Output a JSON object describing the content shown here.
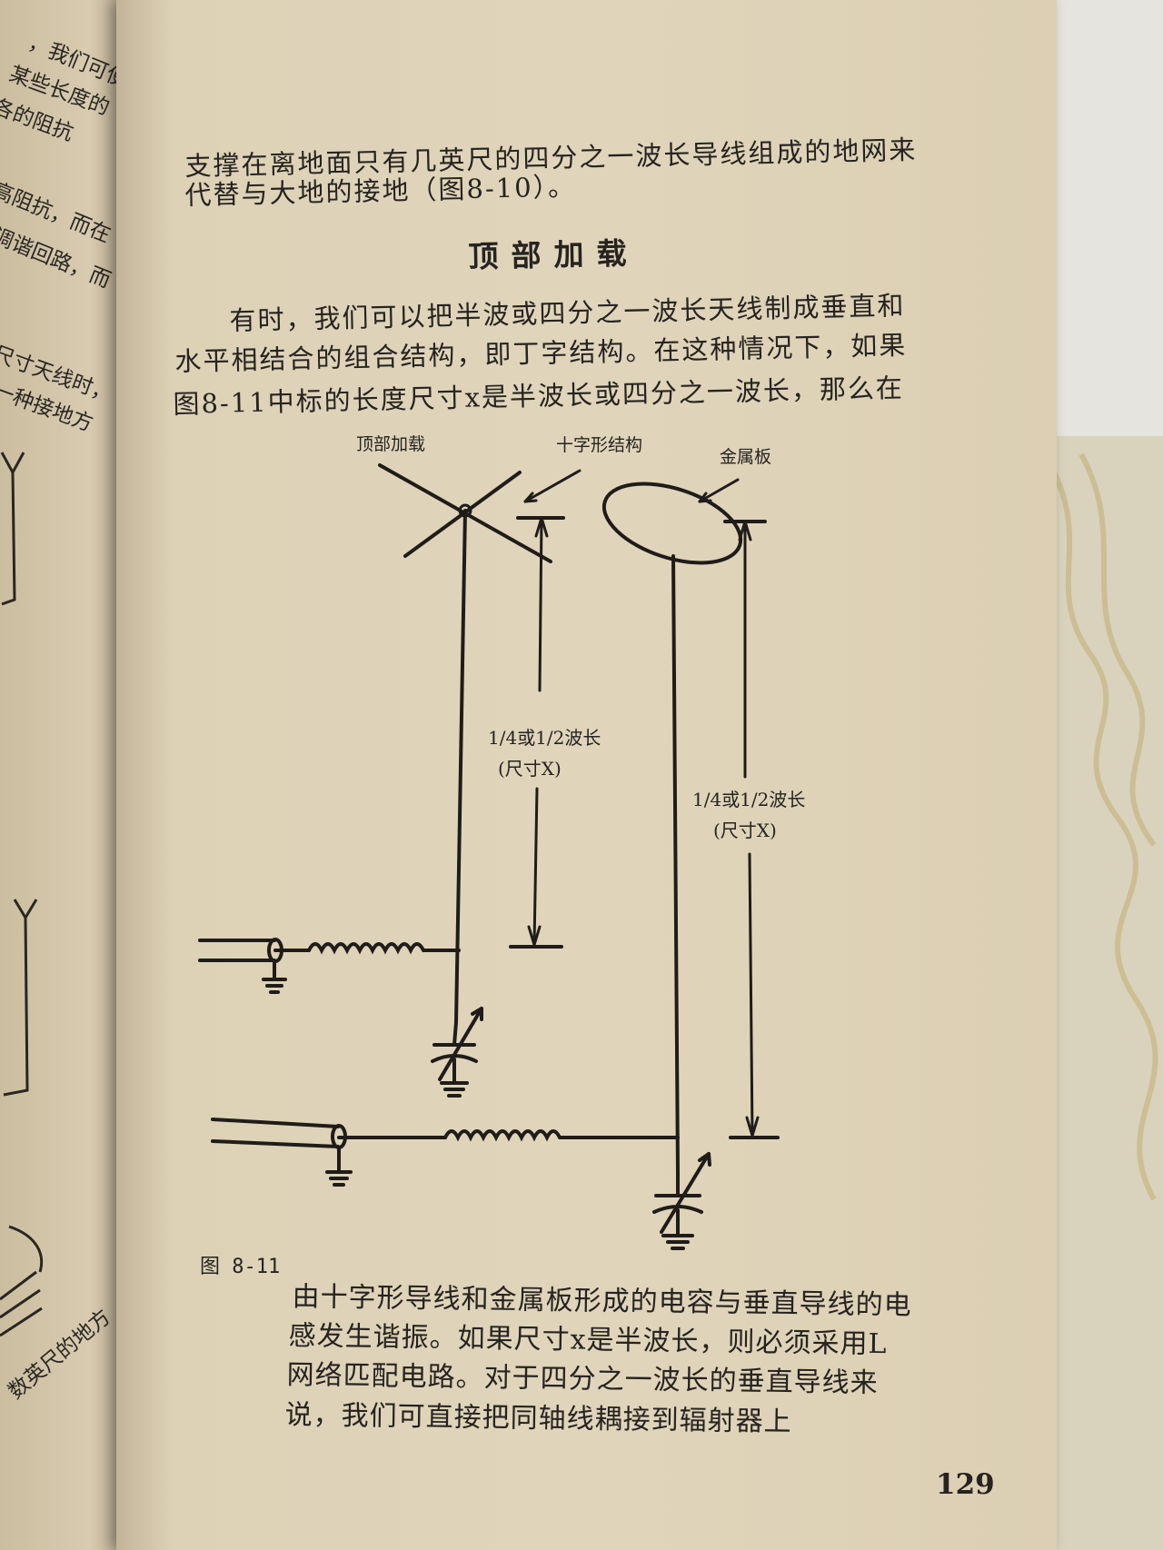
{
  "page": {
    "body_lines": [
      "支撑在离地面只有几英尺的四分之一波长导线组成的地网来",
      "代替与大地的接地（图8-10）。",
      "有时，我们可以把半波或四分之一波长天线制成垂直和",
      "水平相结合的组合结构，即丁字结构。在这种情况下，如果",
      "图8-11中标的长度尺寸x是半波长或四分之一波长，那么在"
    ],
    "section_heading": "顶部加载",
    "page_number": "129"
  },
  "figure": {
    "label_top_loading": "顶部加载",
    "label_cross": "十字形结构",
    "label_plate": "金属板",
    "dim_left_line1": "1/4或1/2波长",
    "dim_left_line2": "(尺寸X)",
    "dim_right_line1": "1/4或1/2波长",
    "dim_right_line2": "(尺寸X)"
  },
  "caption": {
    "label": "图 8-11",
    "lines": [
      "由十字形导线和金属板形成的电容与垂直导线的电",
      "感发生谐振。如果尺寸x是半波长，则必须采用L",
      "网络匹配电路。对于四分之一波长的垂直导线来",
      "说，我们可直接把同轴线耦接到辐射器上"
    ]
  },
  "left_page_fragments": [
    "，我们可使",
    "某些长度的",
    "各的阻抗",
    "高阻抗，而在",
    "调谐回路，而",
    "尺寸天线时，",
    "一种接地方",
    "数英尺的地方"
  ]
}
